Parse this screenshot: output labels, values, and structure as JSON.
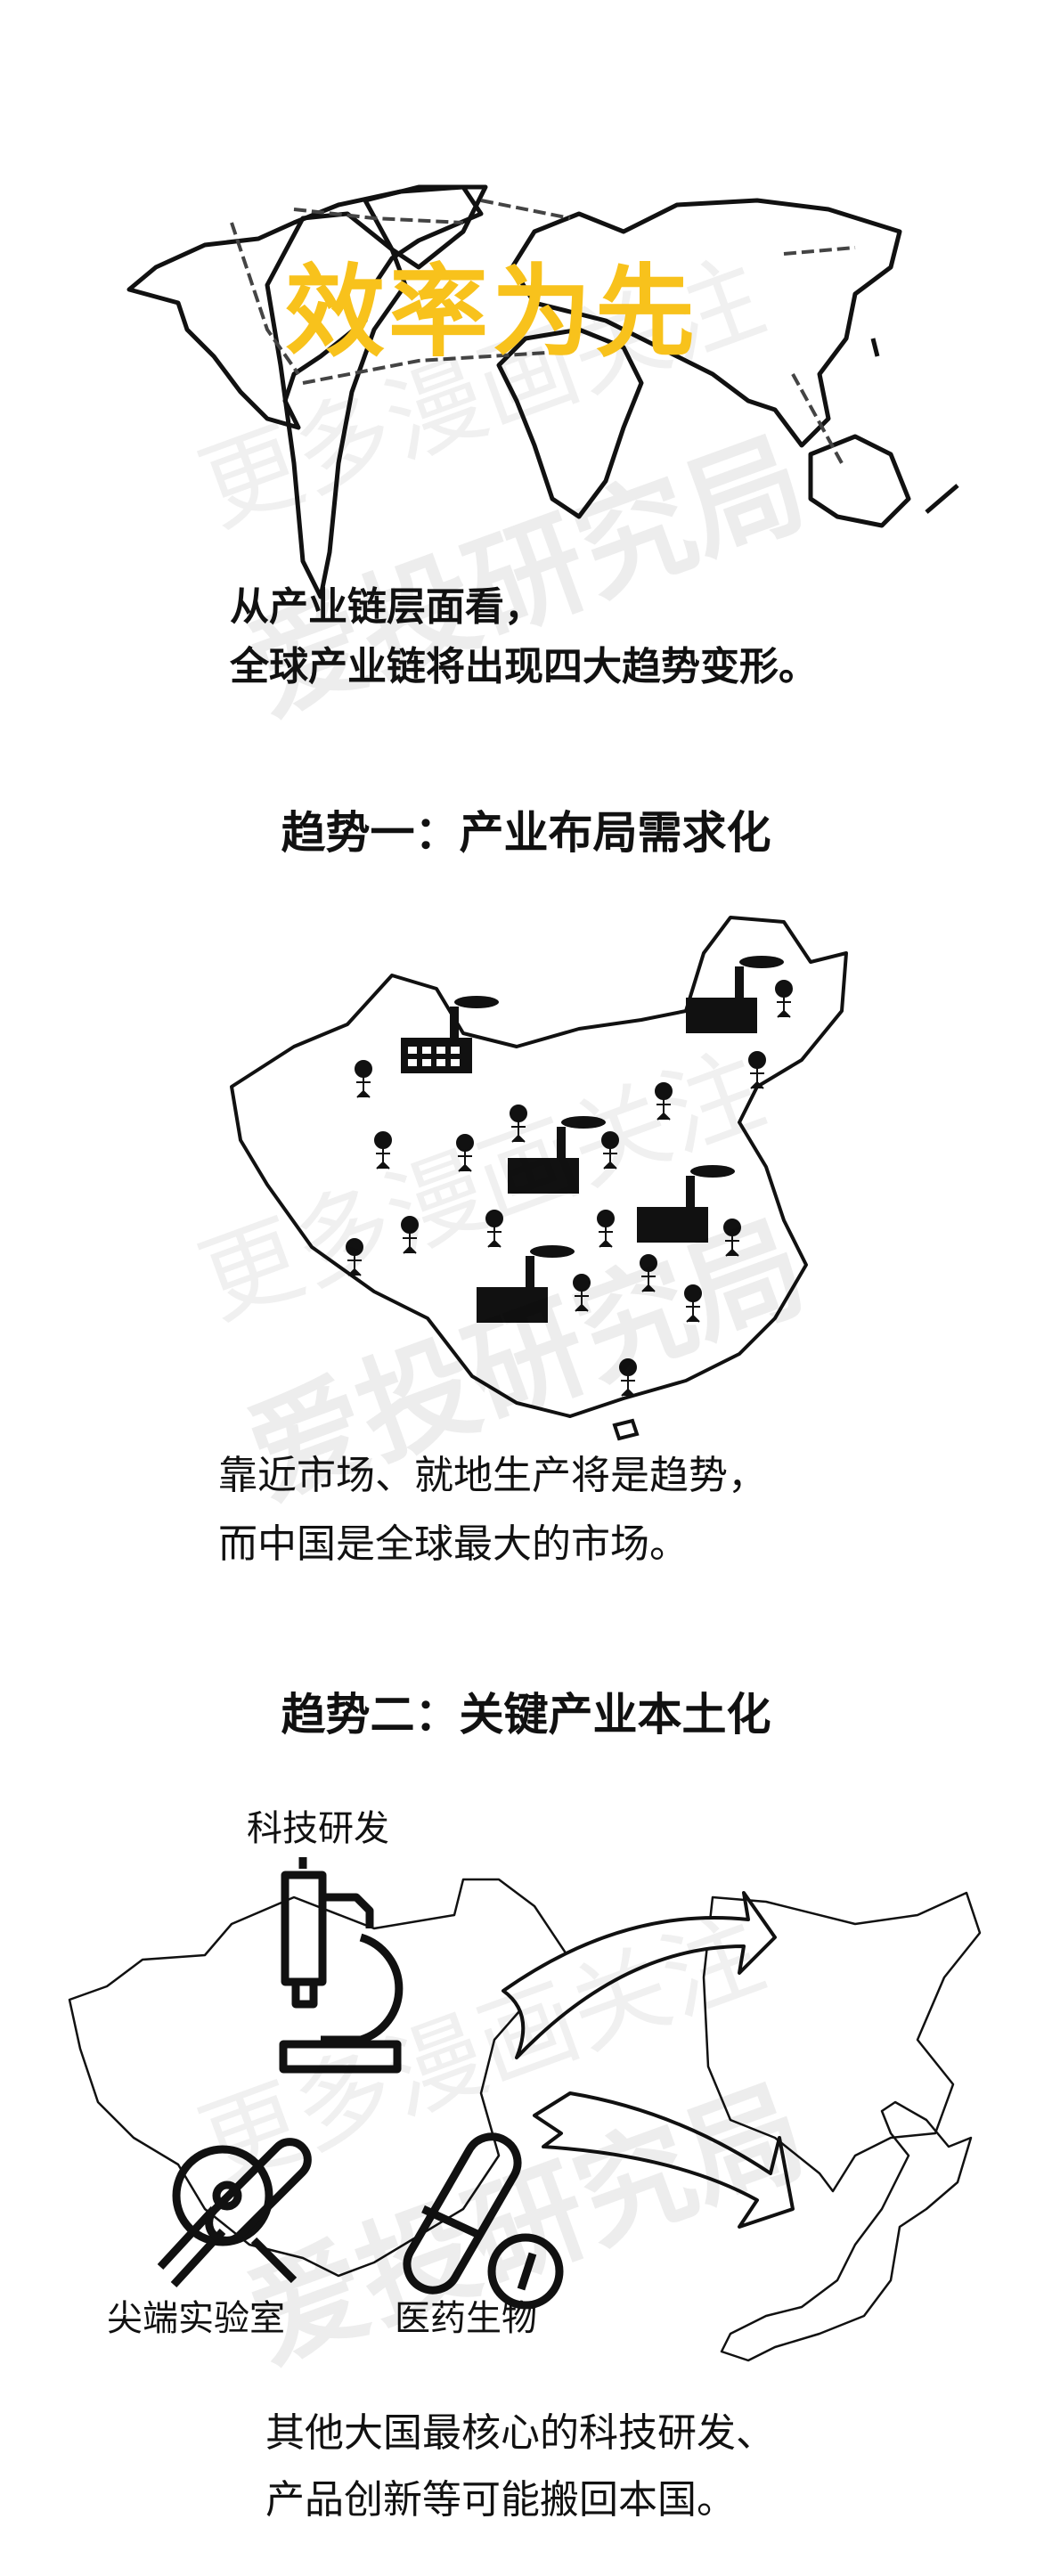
{
  "title": "效率为先",
  "colors": {
    "title": "#F8C21C",
    "ink": "#111111",
    "watermark": "rgba(0,0,0,0.06)"
  },
  "watermark": {
    "line1": "更多漫画关注",
    "line2": "爱投研究局"
  },
  "intro": {
    "line1": "从产业链层面看，",
    "line2": "全球产业链将出现四大趋势变形。"
  },
  "trend1": {
    "heading": "趋势一：产业布局需求化",
    "text_line1": "靠近市场、就地生产将是趋势，",
    "text_line2": "而中国是全球最大的市场。"
  },
  "trend2": {
    "heading": "趋势二：关键产业本土化",
    "labels": {
      "rnd": "科技研发",
      "lab": "尖端实验室",
      "bio": "医药生物"
    },
    "text_line1": "其他大国最核心的科技研发、",
    "text_line2": "产品创新等可能搬回本国。"
  },
  "icons": [
    "world-map",
    "chain",
    "china-map",
    "factory-icon",
    "person-icon",
    "microscope-icon",
    "test-tube-magnifier-icon",
    "pill-icon",
    "arrow-icon",
    "usa-map",
    "japan-map"
  ]
}
